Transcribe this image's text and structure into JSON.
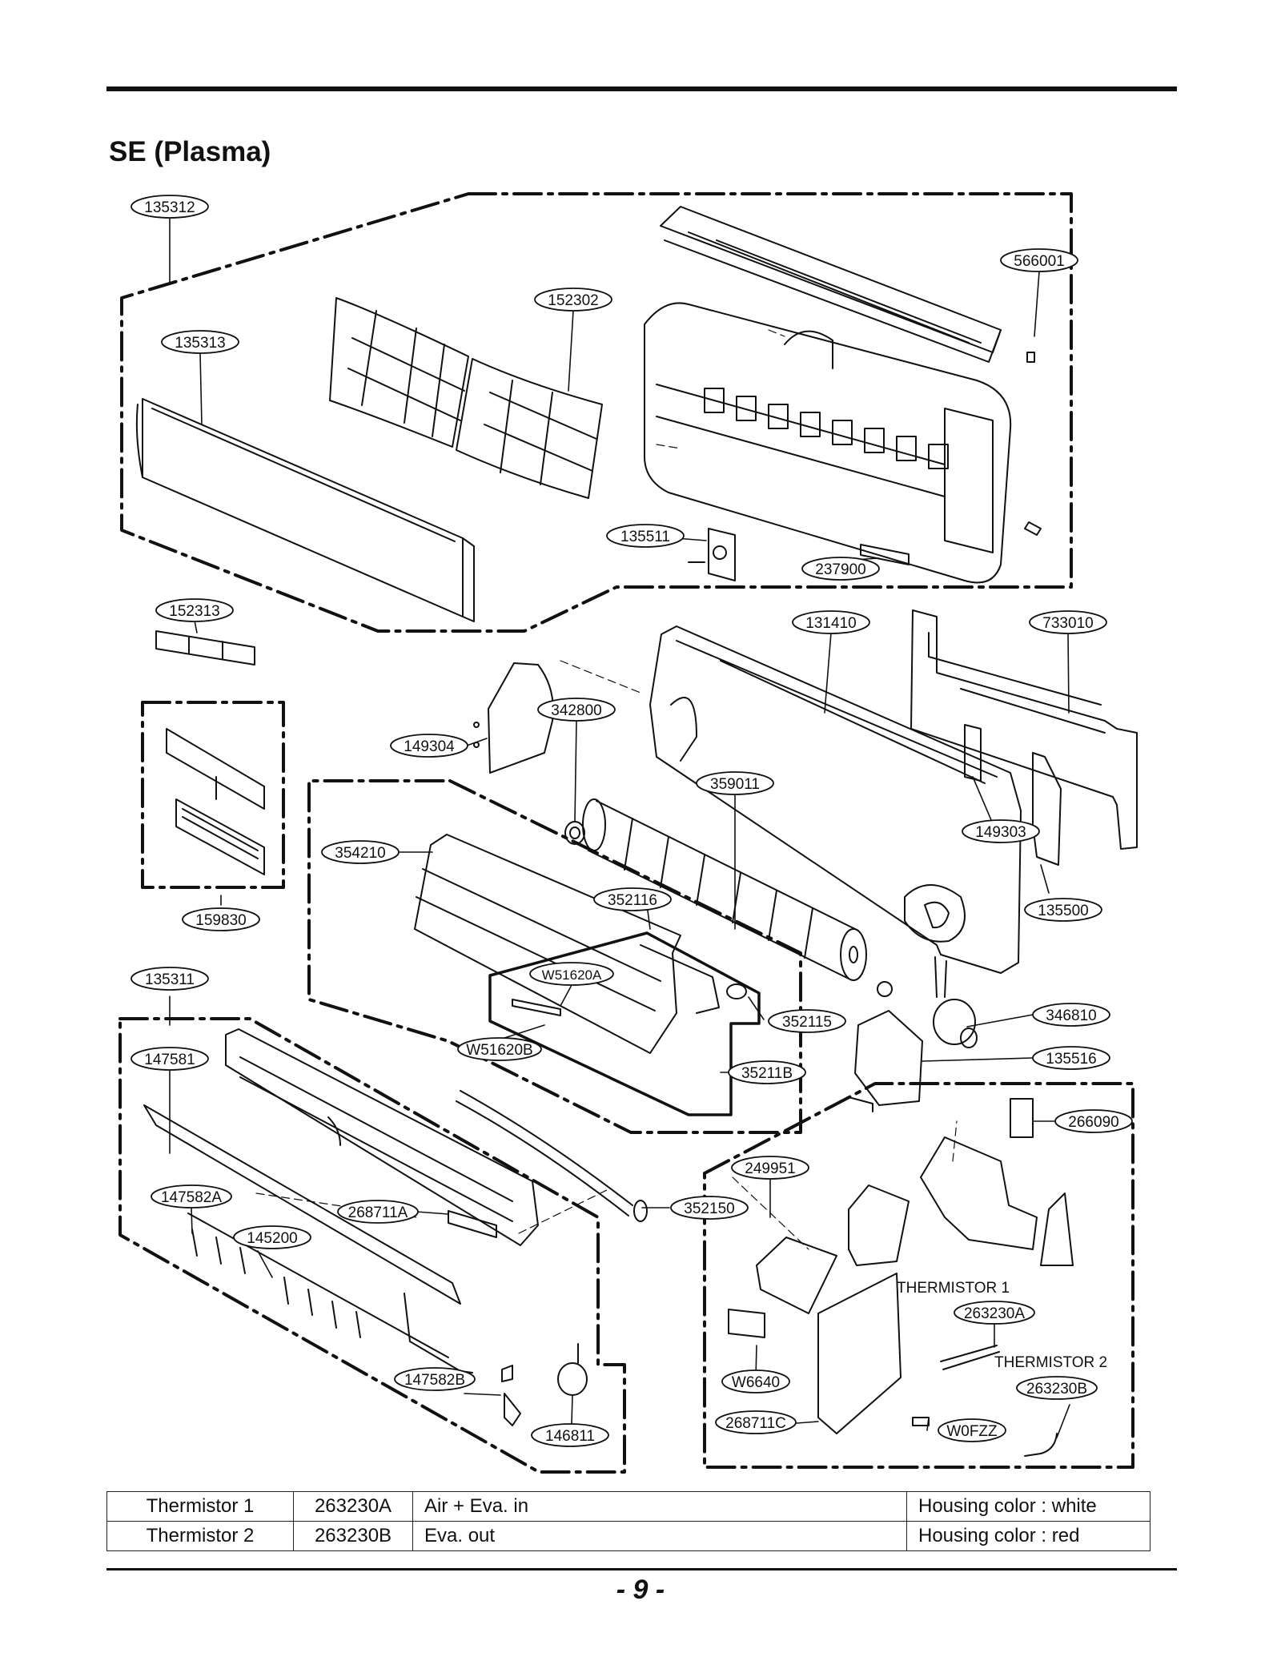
{
  "page": {
    "title": "SE (Plasma)",
    "page_number": "- 9 -"
  },
  "part_labels": {
    "p135312": "135312",
    "p566001": "566001",
    "p152302": "152302",
    "p135313": "135313",
    "p135511": "135511",
    "p237900": "237900",
    "p152313": "152313",
    "p131410": "131410",
    "p733010": "733010",
    "p342800": "342800",
    "p149304": "149304",
    "p359011": "359011",
    "p149303": "149303",
    "p354210": "354210",
    "p352116": "352116",
    "p135500": "135500",
    "p159830": "159830",
    "p135311": "135311",
    "pW51620A": "W51620A",
    "p352115": "352115",
    "p346810": "346810",
    "p147581": "147581",
    "pW51620B": "W51620B",
    "p135516": "135516",
    "p35211B": "35211B",
    "p266090": "266090",
    "p249951": "249951",
    "p147582A": "147582A",
    "p268711A": "268711A",
    "p352150": "352150",
    "p145200": "145200",
    "p263230A": "263230A",
    "p263230B": "263230B",
    "pW6640": "W6640",
    "p147582B": "147582B",
    "p268711C": "268711C",
    "pW0FZZ": "W0FZZ",
    "p146811": "146811"
  },
  "captions": {
    "thermistor1": "THERMISTOR 1",
    "thermistor2": "THERMISTOR 2"
  },
  "thermistor_table": [
    {
      "name": "Thermistor 1",
      "part": "263230A",
      "location": "Air + Eva. in",
      "housing": "Housing color : white"
    },
    {
      "name": "Thermistor 2",
      "part": "263230B",
      "location": "Eva. out",
      "housing": "Housing color : red"
    }
  ]
}
